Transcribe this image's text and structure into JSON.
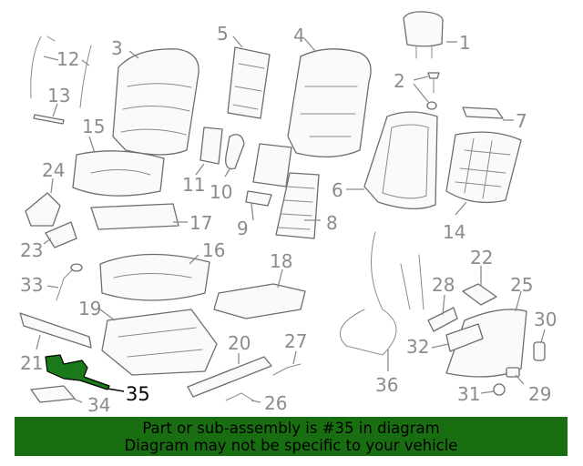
{
  "diagram": {
    "highlight_color": "#1a7a1a",
    "labels": [
      {
        "id": "1",
        "text": "1"
      },
      {
        "id": "2",
        "text": "2"
      },
      {
        "id": "3",
        "text": "3"
      },
      {
        "id": "4",
        "text": "4"
      },
      {
        "id": "5",
        "text": "5"
      },
      {
        "id": "6",
        "text": "6"
      },
      {
        "id": "7",
        "text": "7"
      },
      {
        "id": "8",
        "text": "8"
      },
      {
        "id": "9",
        "text": "9"
      },
      {
        "id": "10",
        "text": "10"
      },
      {
        "id": "11",
        "text": "11"
      },
      {
        "id": "12",
        "text": "12"
      },
      {
        "id": "13",
        "text": "13"
      },
      {
        "id": "14",
        "text": "14"
      },
      {
        "id": "15",
        "text": "15"
      },
      {
        "id": "16",
        "text": "16"
      },
      {
        "id": "17",
        "text": "17"
      },
      {
        "id": "18",
        "text": "18"
      },
      {
        "id": "19",
        "text": "19"
      },
      {
        "id": "20",
        "text": "20"
      },
      {
        "id": "21",
        "text": "21"
      },
      {
        "id": "22",
        "text": "22"
      },
      {
        "id": "23",
        "text": "23"
      },
      {
        "id": "24",
        "text": "24"
      },
      {
        "id": "25",
        "text": "25"
      },
      {
        "id": "26",
        "text": "26"
      },
      {
        "id": "27",
        "text": "27"
      },
      {
        "id": "28",
        "text": "28"
      },
      {
        "id": "29",
        "text": "29"
      },
      {
        "id": "30",
        "text": "30"
      },
      {
        "id": "31",
        "text": "31"
      },
      {
        "id": "32",
        "text": "32"
      },
      {
        "id": "33",
        "text": "33"
      },
      {
        "id": "34",
        "text": "34"
      },
      {
        "id": "35",
        "text": "35"
      },
      {
        "id": "36",
        "text": "36"
      }
    ]
  },
  "banner": {
    "background": "#1a6e12",
    "line1": "Part or sub-assembly is #35 in diagram",
    "line2": "Diagram may not be specific to your vehicle"
  }
}
